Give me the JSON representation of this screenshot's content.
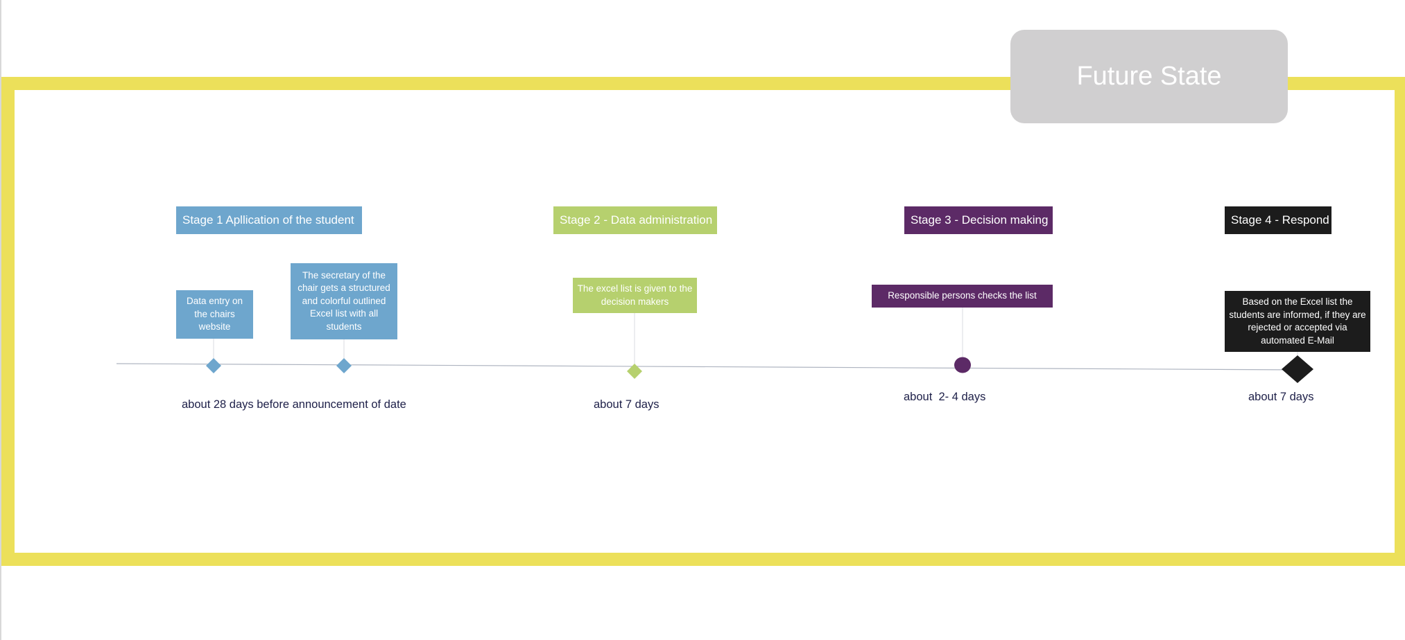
{
  "title": "Future State",
  "colors": {
    "frame": "#ece05a",
    "title_box": "#d0cfd0",
    "stage1": "#6ea6cd",
    "stage2": "#b6d06e",
    "stage3": "#5c2a66",
    "stage4": "#1c1c1c",
    "timeline": "#aeb4c0",
    "duration_text": "#1d1f48"
  },
  "stages": [
    {
      "label": "Stage 1 Apllication of the student",
      "color": "#6ea6cd"
    },
    {
      "label": "Stage 2 - Data administration",
      "color": "#b6d06e"
    },
    {
      "label": "Stage 3 - Decision making",
      "color": "#5c2a66"
    },
    {
      "label": "Stage 4 - Respond",
      "color": "#1c1c1c"
    }
  ],
  "milestones": [
    {
      "text": "Data entry on the chairs website",
      "marker": "diamond",
      "stage": 1
    },
    {
      "text": "The secretary of the chair  gets a structured and colorful outlined Excel list with all students",
      "marker": "diamond",
      "stage": 1
    },
    {
      "text": "The excel list is given to the decision makers",
      "marker": "diamond",
      "stage": 2
    },
    {
      "text": "Responsible persons checks the list",
      "marker": "circle",
      "stage": 3
    },
    {
      "text": "Based on the Excel list the students are informed, if they are rejected or accepted via automated E-Mail",
      "marker": "diamond",
      "stage": 4
    }
  ],
  "durations": [
    "about 28 days before announcement of date",
    "about 7 days",
    "about  2- 4 days",
    "about 7 days"
  ]
}
